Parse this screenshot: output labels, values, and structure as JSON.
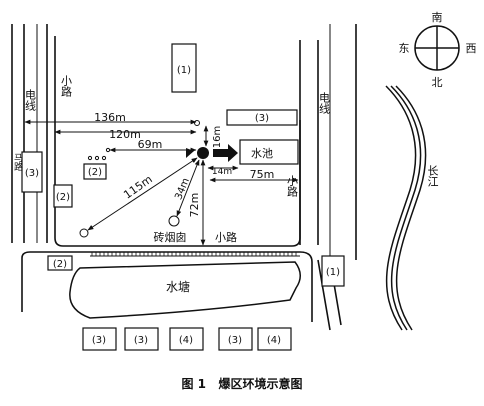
{
  "compass": {
    "south": "南",
    "west": "西",
    "east": "东",
    "north": "北"
  },
  "labels": {
    "small_road_top": "小路",
    "small_road_right": "小路",
    "small_road_bottom": "小路",
    "power_line_left": "电线",
    "power_line_right": "电线",
    "horse_road": "马路",
    "water_pool": "水池",
    "fish_pond": "水塘",
    "brick_kiln": "砖烟囱",
    "yangtze": "长江",
    "caption": "图 1   爆区环境示意图"
  },
  "buildings": {
    "b1_top": "(1)",
    "b1_right": "(1)",
    "b2_dots": "(2)",
    "b2_left": "(2)",
    "b2_bottom": "(2)",
    "b3_top_right": "(3)",
    "b3_far_left": "(3)",
    "bottom_row": [
      "(3)",
      "(3)",
      "(4)",
      "(3)",
      "(4)"
    ]
  },
  "distances": {
    "d136": "136m",
    "d120": "120m",
    "d69": "69m",
    "d16": "16m",
    "d14": "14m",
    "d75": "75m",
    "d115": "115m",
    "d34": "34m",
    "d72": "72m"
  }
}
